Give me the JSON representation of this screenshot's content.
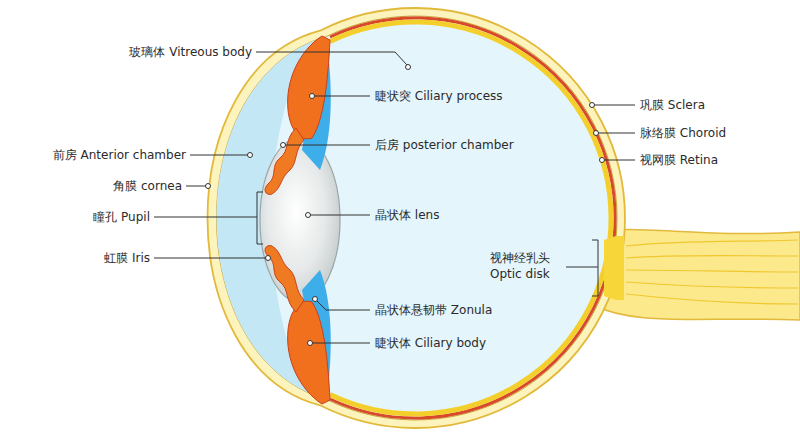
{
  "diagram": {
    "labels": [
      "玻璃体 Vitreous body",
      "睫状突 Ciliary process",
      "巩膜 Sclera",
      "脉络膜 Choroid",
      "后房 posterior chamber",
      "前房 Anterior chamber",
      "视网膜 Retina",
      "角膜 cornea",
      "晶状体 lens",
      "瞳孔 Pupil",
      "虹膜 Iris",
      "视神经乳头 Optic disk",
      "晶状体悬韧带 Zonula",
      "睫状体 Ciliary body"
    ]
  }
}
